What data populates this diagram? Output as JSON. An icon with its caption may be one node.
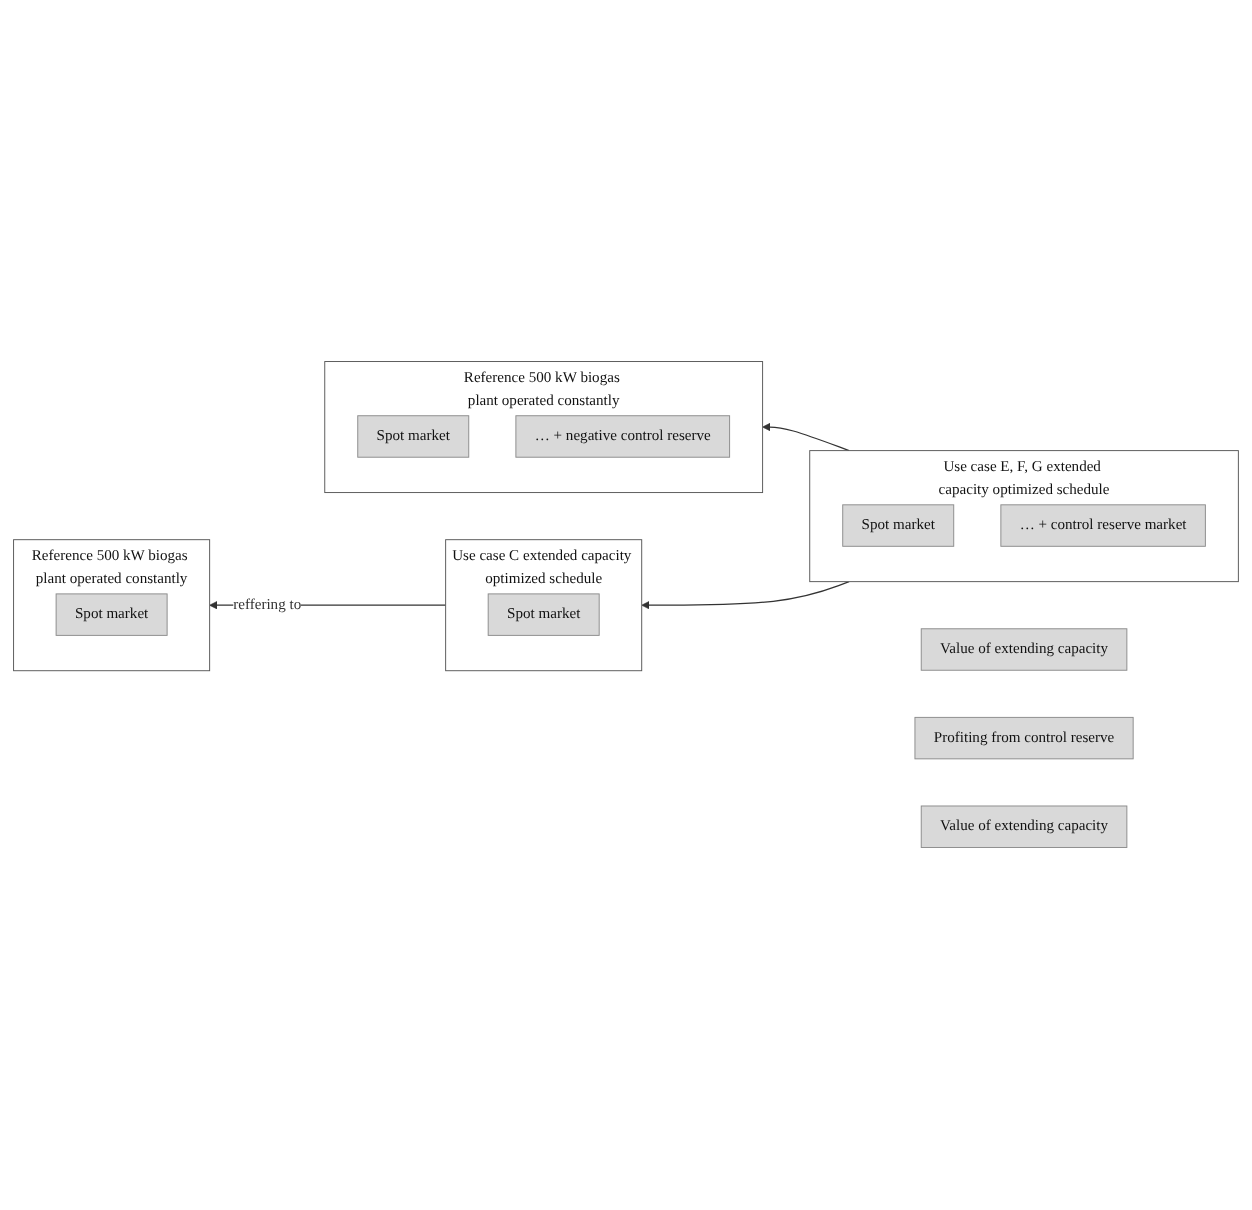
{
  "diagram": {
    "nodes": [
      {
        "text": [
          "Reference 500 kW biogas plant operated constantly"
        ]
      },
      {
        "text": [
          "Spot market"
        ],
        "in": 0
      },
      {
        "text": [
          "Value of extending capacity"
        ]
      },
      {
        "text": [
          "Use case C extended capacity optimized schedule"
        ]
      },
      {
        "text": [
          "Spot market"
        ],
        "in": 3
      },
      {
        "text": [
          "Profiting from control reserve"
        ]
      },
      {
        "text": [
          "Reference 500 kW biogas plant operated constantly"
        ]
      },
      {
        "text": [
          "Spot market"
        ],
        "in": 6
      },
      {
        "text": [
          "… + negative control reserve"
        ],
        "in": 6
      },
      {
        "text": [
          "Value of extending capacity"
        ]
      },
      {
        "text": [
          "Use case E, F, G extended capacity optimized schedule"
        ]
      },
      {
        "text": [
          "Spot market"
        ],
        "in": 10
      },
      {
        "text": [
          "… + control reserve market"
        ],
        "in": 10
      }
    ],
    "edges": [
      {
        "from": 3,
        "to": 0,
        "arrow": "to",
        "label": "reffering to"
      },
      {
        "from": 10,
        "to": 3,
        "arrow": "to"
      },
      {
        "from": 10,
        "to": 6,
        "arrow": "to"
      }
    ]
  }
}
